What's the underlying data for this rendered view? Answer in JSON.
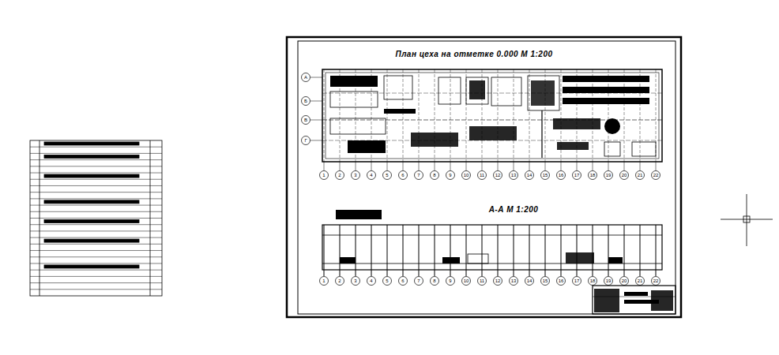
{
  "diagram": {
    "title": "План цеха на отметке 0.000 М 1:200",
    "labels": [
      "А-А М 1:200",
      "1",
      "2",
      "3",
      "4",
      "5",
      "6",
      "7",
      "8",
      "9",
      "10",
      "11",
      "12",
      "13",
      "14",
      "15",
      "16",
      "17",
      "18",
      "19",
      "20",
      "21",
      "22",
      "1",
      "2",
      "3",
      "4",
      "5",
      "6",
      "7",
      "8",
      "9",
      "10",
      "11",
      "12",
      "13",
      "14",
      "15",
      "16",
      "17",
      "18",
      "19",
      "20",
      "21",
      "22",
      "А",
      "Б",
      "В",
      "Г"
    ]
  }
}
